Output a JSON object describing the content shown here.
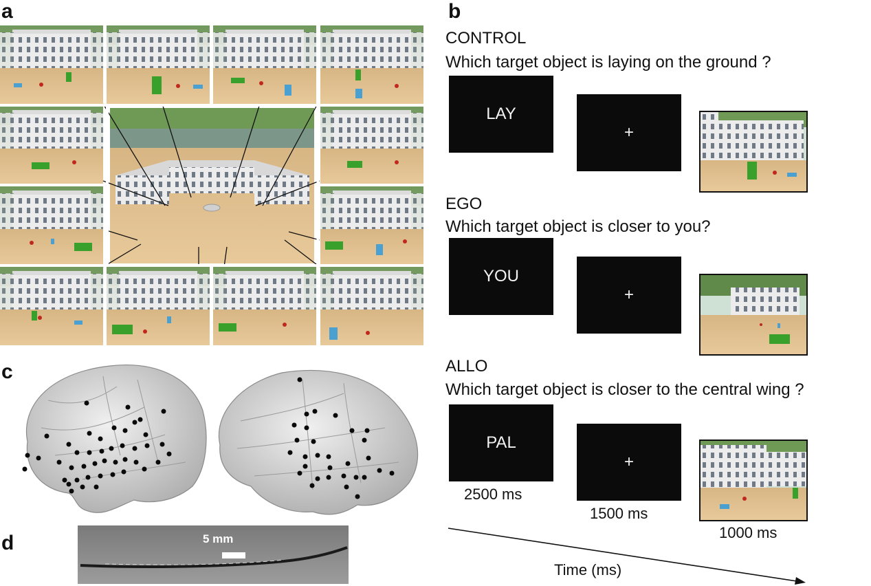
{
  "figure": {
    "panel_labels": {
      "a": "a",
      "b": "b",
      "c": "c",
      "d": "d"
    },
    "panel_b": {
      "conditions": [
        {
          "title": "CONTROL",
          "question": "Which target object is laying on the ground ?",
          "cue": "LAY",
          "fixation": "+"
        },
        {
          "title": "EGO",
          "question": "Which target object is closer to you?",
          "cue": "YOU",
          "fixation": "+"
        },
        {
          "title": "ALLO",
          "question": "Which target object is closer to the central wing  ?",
          "cue": "PAL",
          "fixation": "+"
        }
      ],
      "durations": {
        "cue": "2500 ms",
        "fixation": "1500 ms",
        "scene": "1000 ms"
      },
      "time_axis_label": "Time (ms)"
    },
    "panel_d": {
      "scale_bar_label": "5 mm"
    },
    "colors": {
      "sand": "#d9b887",
      "building": "#e9e9e9",
      "sky": "#cfe0e6",
      "trees": "#4f7a3a",
      "green_object": "#3aa02c",
      "blue_object": "#4aa0d0",
      "red_ball": "#c0281e",
      "brain": "#cfcfcf",
      "electrode": "#0a0a0a"
    }
  }
}
